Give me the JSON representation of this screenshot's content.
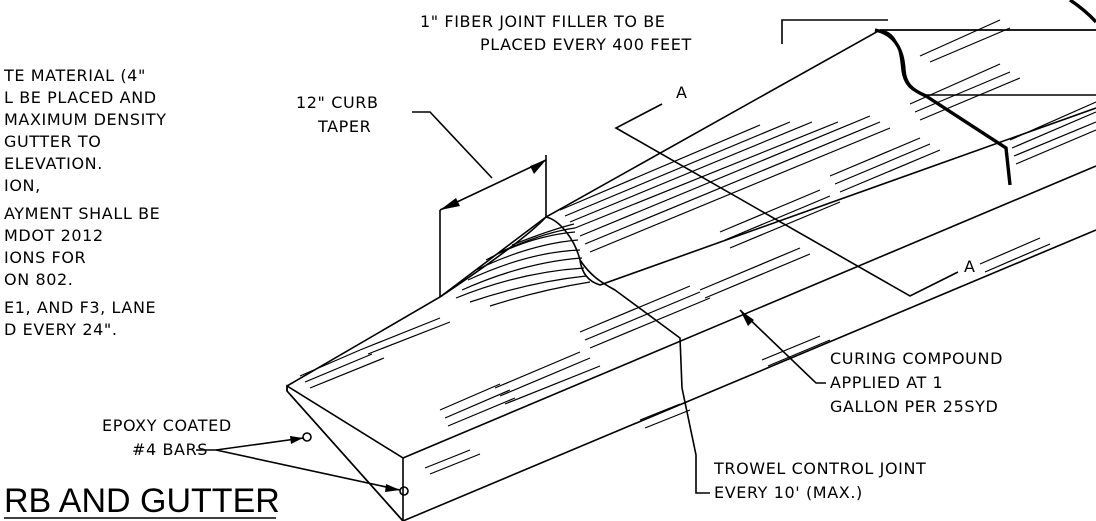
{
  "general_notes": [
    "TE MATERIAL (4\"",
    "L BE PLACED AND",
    "MAXIMUM DENSITY",
    "GUTTER TO",
    " ELEVATION.",
    "ION,",
    "AYMENT SHALL BE",
    " MDOT 2012",
    "IONS FOR",
    "ON 802.",
    "E1, AND F3, LANE",
    "D EVERY 24\"."
  ],
  "callouts": {
    "fiber_joint_line1": "1\" FIBER JOINT FILLER TO BE",
    "fiber_joint_line2": "PLACED EVERY 400 FEET",
    "curb_taper_line1": "12\" CURB",
    "curb_taper_line2": "TAPER",
    "section_a_top": "A",
    "section_a_right": "A",
    "curing_line1": "CURING COMPOUND",
    "curing_line2": "APPLIED AT 1",
    "curing_line3": "GALLON PER 25SYD",
    "epoxy_line1": "EPOXY COATED",
    "epoxy_line2": "#4 BARS",
    "trowel_line1": "TROWEL CONTROL JOINT",
    "trowel_line2": "EVERY 10' (MAX.)"
  },
  "title": "RB AND GUTTER"
}
